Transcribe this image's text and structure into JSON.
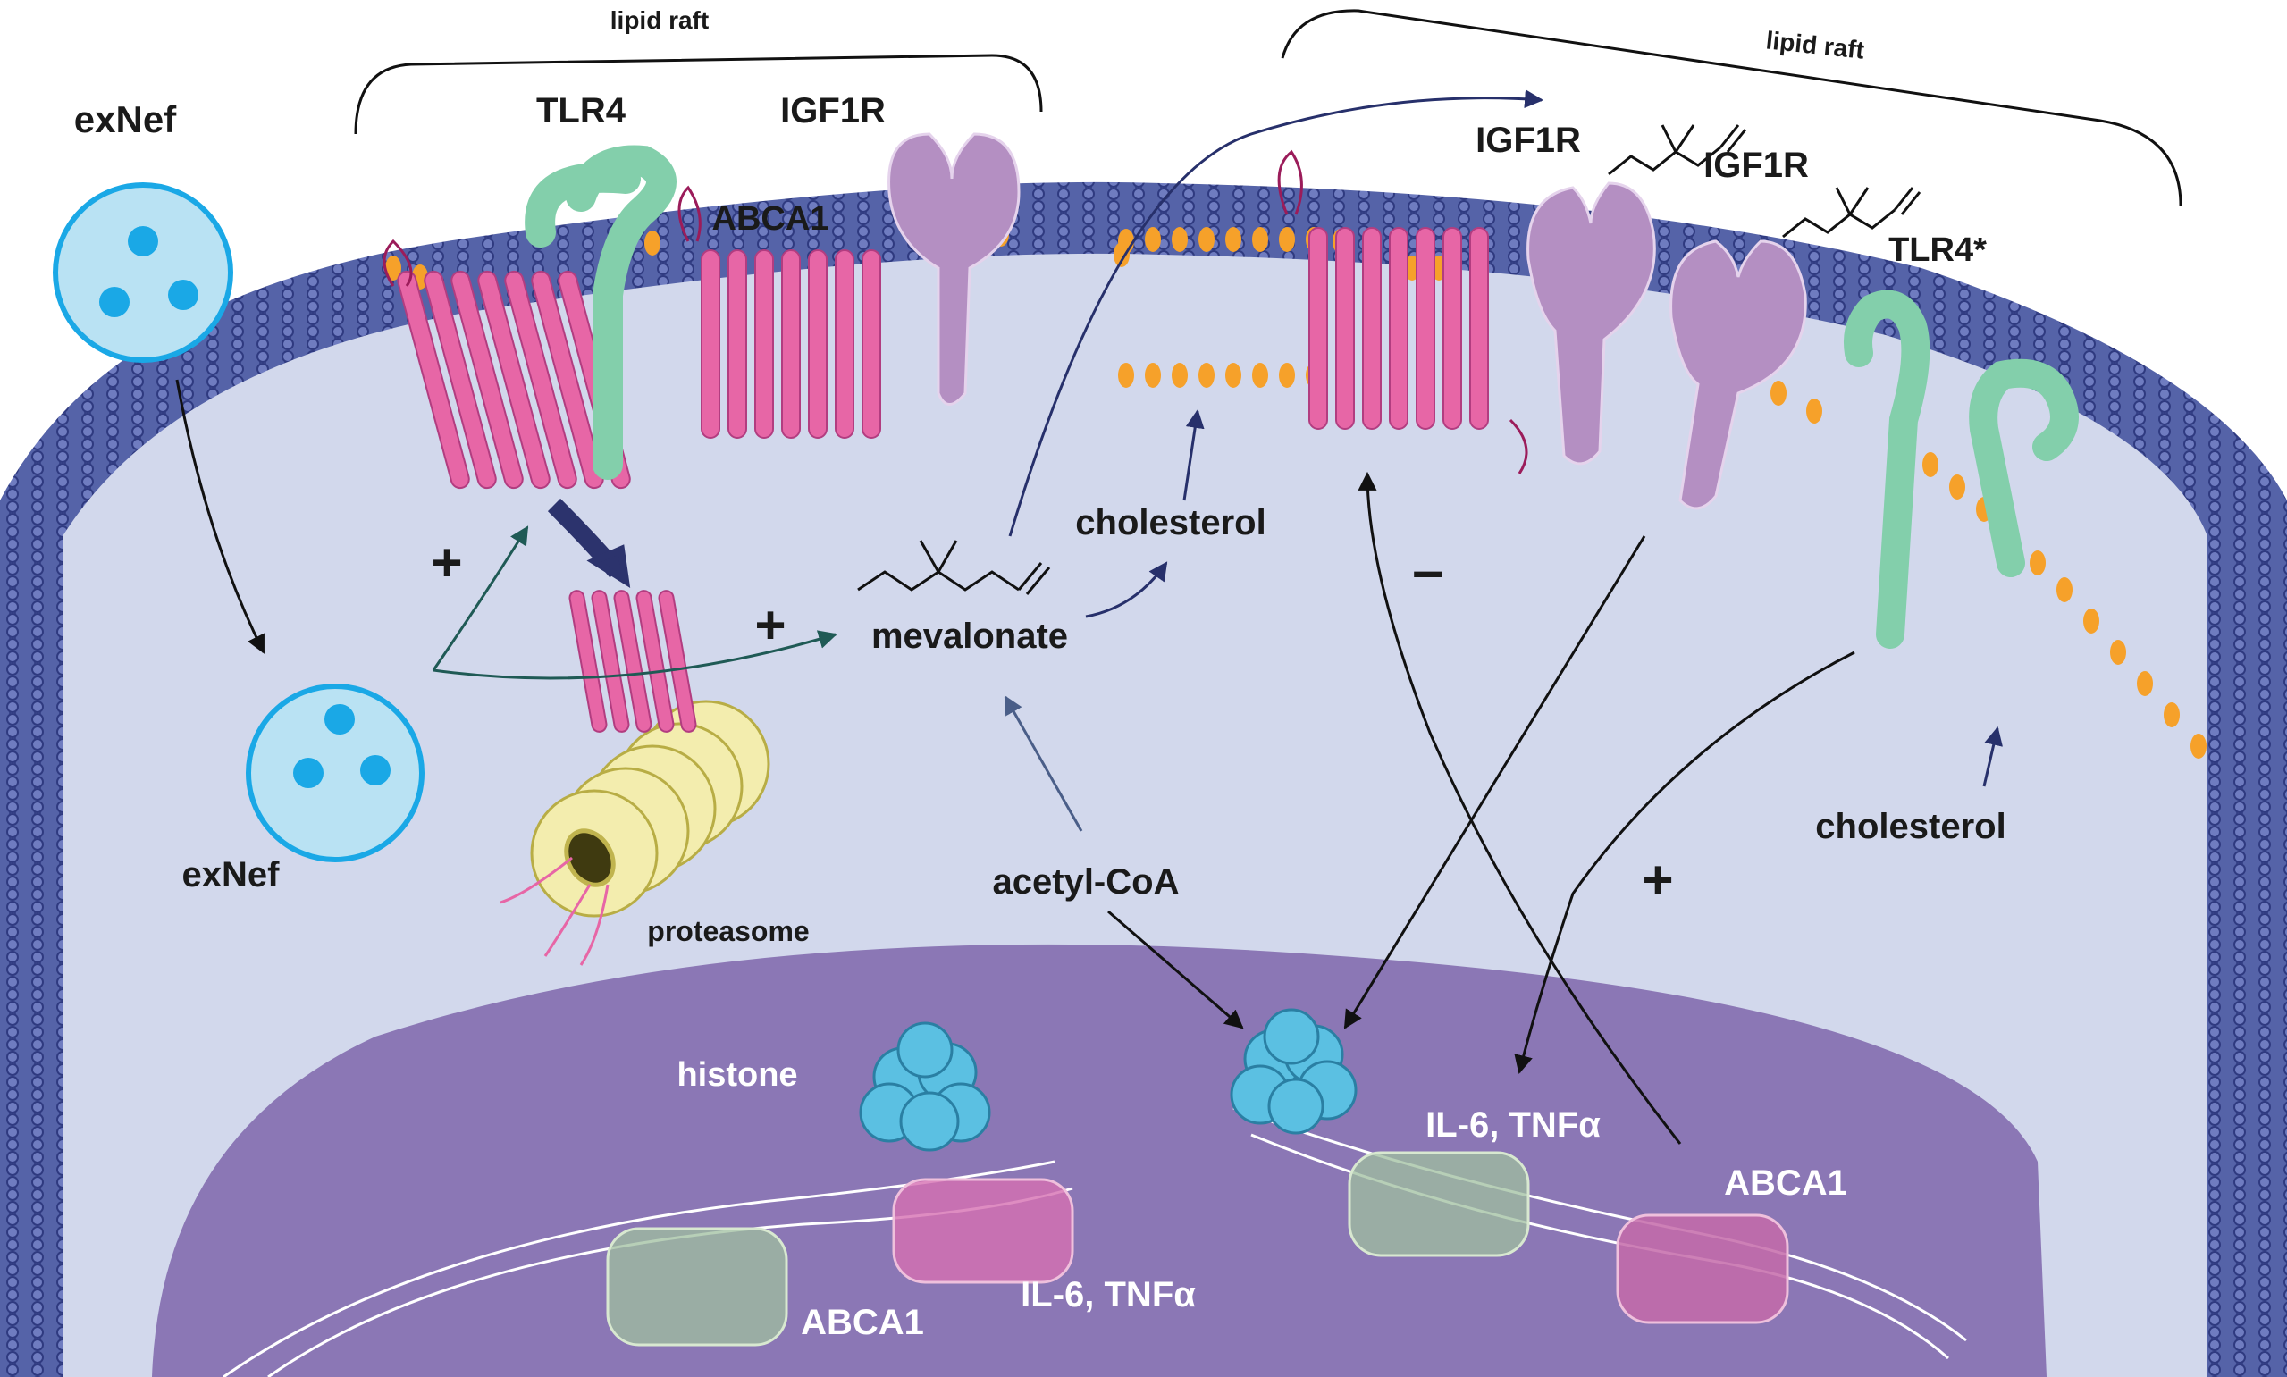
{
  "labels": {
    "lipid_raft_left": "lipid raft",
    "lipid_raft_right": "lipid raft",
    "exnef_top": "exNef",
    "exnef_inside": "exNef",
    "tlr4": "TLR4",
    "igf1r_left": "IGF1R",
    "abca1_membrane": "ABCA1",
    "igf1r_right_a": "IGF1R",
    "igf1r_right_b": "IGF1R",
    "tlr4_star": "TLR4*",
    "proteasome": "proteasome",
    "mevalonate": "mevalonate",
    "cholesterol_center": "cholesterol",
    "cholesterol_right": "cholesterol",
    "acetyl_coa": "acetyl-CoA",
    "histone": "histone",
    "abca1_gene_left": "ABCA1",
    "il6_tnf_left": "IL-6, TNFα",
    "il6_tnf_right": "IL-6, TNFα",
    "abca1_gene_right": "ABCA1"
  },
  "signs": {
    "plus_left": "+",
    "plus_mevalonate": "+",
    "minus": "–",
    "plus_right": "+"
  },
  "colors": {
    "membrane": "#5563a8",
    "cytoplasm": "#d2d8ec",
    "nucleus": "#8b77b5",
    "cholesterol_orange": "#f6a12a",
    "abca1_pink": "#e766a6",
    "tlr4_green": "#83cfab",
    "igf1r_purple": "#b48fc2",
    "exnef_cyan": "#22aee8",
    "histone_cyan": "#5bc0e2"
  }
}
